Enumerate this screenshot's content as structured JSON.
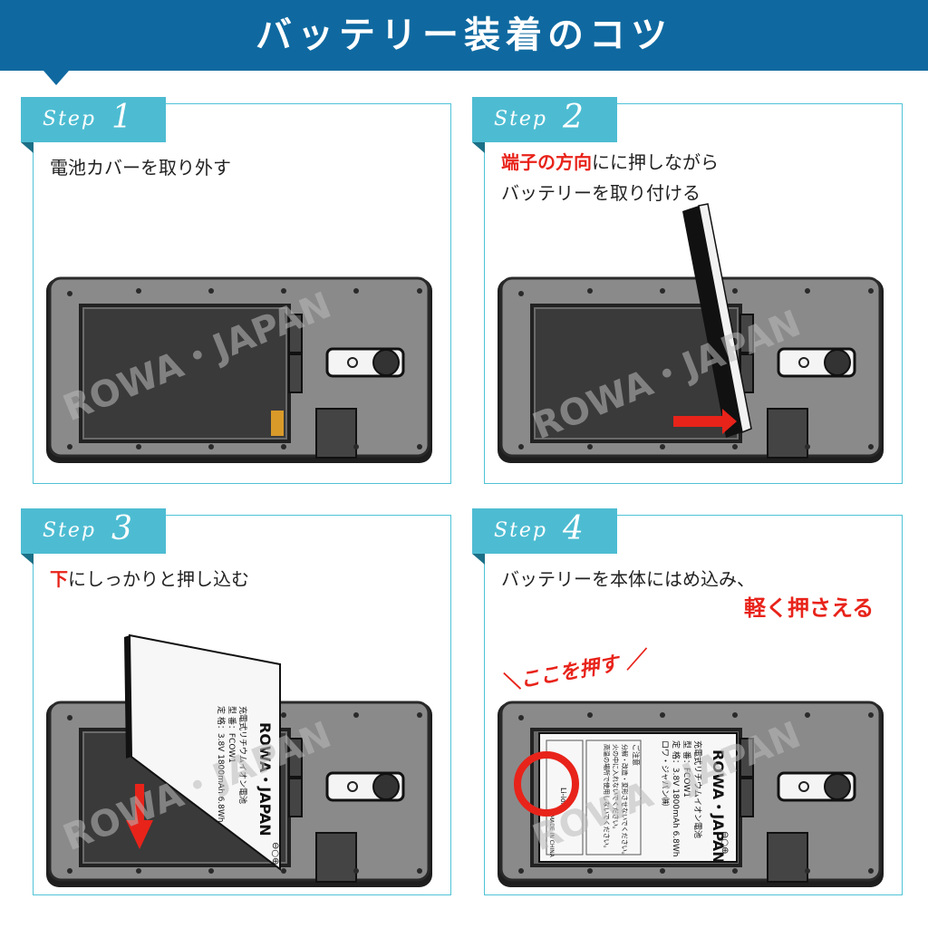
{
  "header": {
    "title": "バッテリー装着のコツ"
  },
  "steps": [
    {
      "word": "Step",
      "number": "1",
      "line1": "電池カバーを取り外す"
    },
    {
      "word": "Step",
      "number": "2",
      "emphasis": "端子の方向",
      "line1_rest": "にに押しながら",
      "line2": "バッテリーを取り付ける"
    },
    {
      "word": "Step",
      "number": "3",
      "emphasis": "下",
      "line1_rest": "にしっかりと押し込む"
    },
    {
      "word": "Step",
      "number": "4",
      "line1": "バッテリーを本体にはめ込み、",
      "emphasis2": "軽く押さえる",
      "press_note": "＼ここを押す ／"
    }
  ],
  "watermark": "ROWA・JAPAN",
  "battery_label": {
    "brand": "ROWA・JAPAN",
    "type": "充電式リチウムイオン電池",
    "model": "型 番：FCOW1",
    "spec": "定 格：3.8V 1800mAh 6.8Wh",
    "maker": "ロワ・ジャパン㈱",
    "caution_title": "ご注意",
    "caution_lines": [
      "分解・改造・変形させないでください。",
      "火の中に入れないでください。",
      "高温の場所で使用しないでください。"
    ],
    "recycle": "Li-ion",
    "origin": "MADE IN CHINA",
    "terminals": "⊖○⊕"
  },
  "colors": {
    "banner": "#0f69a0",
    "tab": "#4dbcd2",
    "panel_border": "#4fc3d6",
    "accent_red": "#e8231a"
  }
}
